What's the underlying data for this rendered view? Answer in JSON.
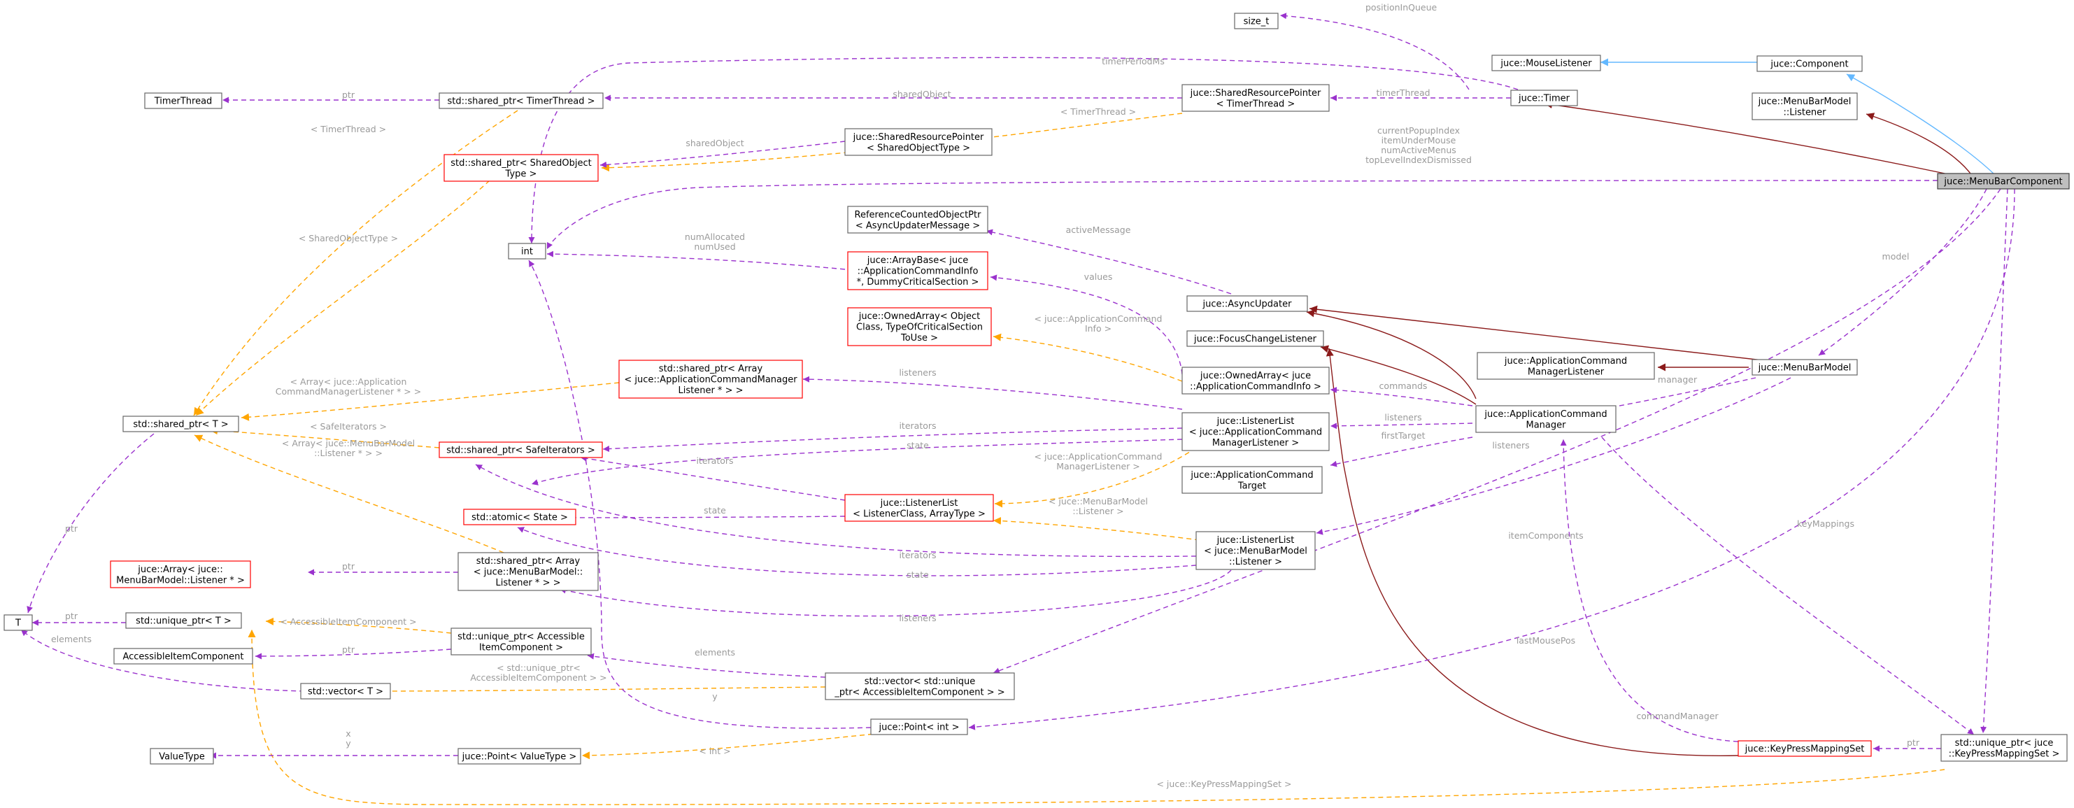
{
  "nodes": [
    {
      "id": "menubarcomponent",
      "lines": [
        "juce::MenuBarComponent"
      ]
    },
    {
      "id": "component",
      "lines": [
        "juce::Component"
      ]
    },
    {
      "id": "mouselistener",
      "lines": [
        "juce::MouseListener"
      ]
    },
    {
      "id": "menubarmodellistener",
      "lines": [
        "juce::MenuBarModel",
        "::Listener"
      ]
    },
    {
      "id": "timer",
      "lines": [
        "juce::Timer"
      ]
    },
    {
      "id": "size_t",
      "lines": [
        "size_t"
      ]
    },
    {
      "id": "srp_timerthread",
      "lines": [
        "juce::SharedResourcePointer",
        "< TimerThread >"
      ]
    },
    {
      "id": "sp_timerthread",
      "lines": [
        "std::shared_ptr< TimerThread >"
      ]
    },
    {
      "id": "timerthread",
      "lines": [
        "TimerThread"
      ]
    },
    {
      "id": "srp_sharedobjecttype",
      "lines": [
        "juce::SharedResourcePointer",
        "< SharedObjectType >"
      ]
    },
    {
      "id": "sp_sharedobjecttype",
      "lines": [
        "std::shared_ptr< SharedObject",
        "Type >"
      ]
    },
    {
      "id": "int",
      "lines": [
        "int"
      ]
    },
    {
      "id": "refcountedptr",
      "lines": [
        "ReferenceCountedObjectPtr",
        "< AsyncUpdaterMessage >"
      ]
    },
    {
      "id": "arraybase",
      "lines": [
        "juce::ArrayBase< juce",
        "::ApplicationCommandInfo",
        "*, DummyCriticalSection >"
      ]
    },
    {
      "id": "ownedarray_obj",
      "lines": [
        "juce::OwnedArray< Object",
        "Class, TypeOfCriticalSection",
        "ToUse >"
      ]
    },
    {
      "id": "asyncupdater",
      "lines": [
        "juce::AsyncUpdater"
      ]
    },
    {
      "id": "focuschangelistener",
      "lines": [
        "juce::FocusChangeListener"
      ]
    },
    {
      "id": "acmlistener",
      "lines": [
        "juce::ApplicationCommand",
        "ManagerListener"
      ]
    },
    {
      "id": "menubarmodel",
      "lines": [
        "juce::MenuBarModel"
      ]
    },
    {
      "id": "ownedarray_aci",
      "lines": [
        "juce::OwnedArray< juce",
        "::ApplicationCommandInfo >"
      ]
    },
    {
      "id": "sp_array_acml",
      "lines": [
        "std::shared_ptr< Array",
        "< juce::ApplicationCommandManager",
        "Listener * > >"
      ]
    },
    {
      "id": "sp_t",
      "lines": [
        "std::shared_ptr< T >"
      ]
    },
    {
      "id": "acm",
      "lines": [
        "juce::ApplicationCommand",
        "Manager"
      ]
    },
    {
      "id": "ll_acml",
      "lines": [
        "juce::ListenerList",
        "< juce::ApplicationCommand",
        "ManagerListener >"
      ]
    },
    {
      "id": "sp_safeiterators",
      "lines": [
        "std::shared_ptr< SafeIterators >"
      ]
    },
    {
      "id": "act",
      "lines": [
        "juce::ApplicationCommand",
        "Target"
      ]
    },
    {
      "id": "atomic_state",
      "lines": [
        "std::atomic< State >"
      ]
    },
    {
      "id": "ll_generic",
      "lines": [
        "juce::ListenerList",
        "< ListenerClass, ArrayType >"
      ]
    },
    {
      "id": "ll_mbml",
      "lines": [
        "juce::ListenerList",
        "< juce::MenuBarModel",
        "::Listener >"
      ]
    },
    {
      "id": "array_mbml",
      "lines": [
        "juce::Array< juce::",
        "MenuBarModel::Listener * >"
      ]
    },
    {
      "id": "sp_array_mbml",
      "lines": [
        "std::shared_ptr< Array",
        "< juce::MenuBarModel::",
        "Listener * > >"
      ]
    },
    {
      "id": "T",
      "lines": [
        "T"
      ]
    },
    {
      "id": "up_t",
      "lines": [
        "std::unique_ptr< T >"
      ]
    },
    {
      "id": "up_aic",
      "lines": [
        "std::unique_ptr< Accessible",
        "ItemComponent >"
      ]
    },
    {
      "id": "aic",
      "lines": [
        "AccessibleItemComponent"
      ]
    },
    {
      "id": "vector_up_aic",
      "lines": [
        "std::vector< std::unique",
        "_ptr< AccessibleItemComponent > >"
      ]
    },
    {
      "id": "vector_t",
      "lines": [
        "std::vector< T >"
      ]
    },
    {
      "id": "point_int",
      "lines": [
        "juce::Point< int >"
      ]
    },
    {
      "id": "keypressmappingset",
      "lines": [
        "juce::KeyPressMappingSet"
      ]
    },
    {
      "id": "up_kpms",
      "lines": [
        "std::unique_ptr< juce",
        "::KeyPressMappingSet >"
      ]
    },
    {
      "id": "valuetype",
      "lines": [
        "ValueType"
      ]
    },
    {
      "id": "point_valuetype",
      "lines": [
        "juce::Point< ValueType >"
      ]
    }
  ],
  "edge_labels": [
    {
      "id": "positionInQueue",
      "lines": [
        "positionInQueue"
      ]
    },
    {
      "id": "timerPeriodMs",
      "lines": [
        "timerPeriodMs"
      ]
    },
    {
      "id": "ptr_timerthread",
      "lines": [
        "ptr"
      ]
    },
    {
      "id": "sharedObject_1",
      "lines": [
        "sharedObject"
      ]
    },
    {
      "id": "timerThread",
      "lines": [
        "timerThread"
      ]
    },
    {
      "id": "tpl_timerthread",
      "lines": [
        "< TimerThread >"
      ]
    },
    {
      "id": "tpl_timerthread_2",
      "lines": [
        "< TimerThread >"
      ]
    },
    {
      "id": "sharedObject_2",
      "lines": [
        "sharedObject"
      ]
    },
    {
      "id": "multi_int",
      "lines": [
        "currentPopupIndex",
        "itemUnderMouse",
        "numActiveMenus",
        "topLevelIndexDismissed"
      ]
    },
    {
      "id": "tpl_sharedobjecttype",
      "lines": [
        "< SharedObjectType >"
      ]
    },
    {
      "id": "numAllocated",
      "lines": [
        "numAllocated",
        "numUsed"
      ]
    },
    {
      "id": "activeMessage",
      "lines": [
        "activeMessage"
      ]
    },
    {
      "id": "model",
      "lines": [
        "model"
      ]
    },
    {
      "id": "values",
      "lines": [
        "values"
      ]
    },
    {
      "id": "tpl_aci",
      "lines": [
        "< juce::ApplicationCommand",
        "Info >"
      ]
    },
    {
      "id": "listeners_1",
      "lines": [
        "listeners"
      ]
    },
    {
      "id": "tpl_array_acml",
      "lines": [
        "< Array< juce::Application",
        "CommandManagerListener * > >"
      ]
    },
    {
      "id": "commands",
      "lines": [
        "commands"
      ]
    },
    {
      "id": "manager",
      "lines": [
        "manager"
      ]
    },
    {
      "id": "tpl_safeiterators",
      "lines": [
        "< SafeIterators >"
      ]
    },
    {
      "id": "iterators_1",
      "lines": [
        "iterators"
      ]
    },
    {
      "id": "listeners_2",
      "lines": [
        "listeners"
      ]
    },
    {
      "id": "state_1",
      "lines": [
        "state"
      ]
    },
    {
      "id": "firstTarget",
      "lines": [
        "firstTarget"
      ]
    },
    {
      "id": "tpl_array_mbml",
      "lines": [
        "< Array< juce::MenuBarModel",
        "::Listener * > >"
      ]
    },
    {
      "id": "iterators_2",
      "lines": [
        "iterators"
      ]
    },
    {
      "id": "tpl_acml",
      "lines": [
        "< juce::ApplicationCommand",
        "ManagerListener >"
      ]
    },
    {
      "id": "listeners_3",
      "lines": [
        "listeners"
      ]
    },
    {
      "id": "state_2",
      "lines": [
        "state"
      ]
    },
    {
      "id": "tpl_mbml",
      "lines": [
        "< juce::MenuBarModel",
        "::Listener >"
      ]
    },
    {
      "id": "keyMappings",
      "lines": [
        "keyMappings"
      ]
    },
    {
      "id": "ptr_T",
      "lines": [
        "ptr"
      ]
    },
    {
      "id": "itemComponents",
      "lines": [
        "itemComponents"
      ]
    },
    {
      "id": "iterators_3",
      "lines": [
        "iterators"
      ]
    },
    {
      "id": "ptr_array_mbml",
      "lines": [
        "ptr"
      ]
    },
    {
      "id": "state_3",
      "lines": [
        "state"
      ]
    },
    {
      "id": "ptr_up_t",
      "lines": [
        "ptr"
      ]
    },
    {
      "id": "listeners_4",
      "lines": [
        "listeners"
      ]
    },
    {
      "id": "tpl_aic",
      "lines": [
        "< AccessibleItemComponent >"
      ]
    },
    {
      "id": "elements_T",
      "lines": [
        "elements"
      ]
    },
    {
      "id": "ptr_aic",
      "lines": [
        "ptr"
      ]
    },
    {
      "id": "elements_2",
      "lines": [
        "elements"
      ]
    },
    {
      "id": "lastMousePos",
      "lines": [
        "lastMousePos"
      ]
    },
    {
      "id": "tpl_vector_up_aic",
      "lines": [
        "< std::unique_ptr<",
        "AccessibleItemComponent > >"
      ]
    },
    {
      "id": "y_int",
      "lines": [
        "y"
      ]
    },
    {
      "id": "commandManager",
      "lines": [
        "commandManager"
      ]
    },
    {
      "id": "ptr_kpms",
      "lines": [
        "ptr"
      ]
    },
    {
      "id": "xy_valuetype",
      "lines": [
        "x",
        "y"
      ]
    },
    {
      "id": "tpl_int",
      "lines": [
        "< int >"
      ]
    },
    {
      "id": "tpl_kpms",
      "lines": [
        "< juce::KeyPressMappingSet >"
      ]
    }
  ]
}
